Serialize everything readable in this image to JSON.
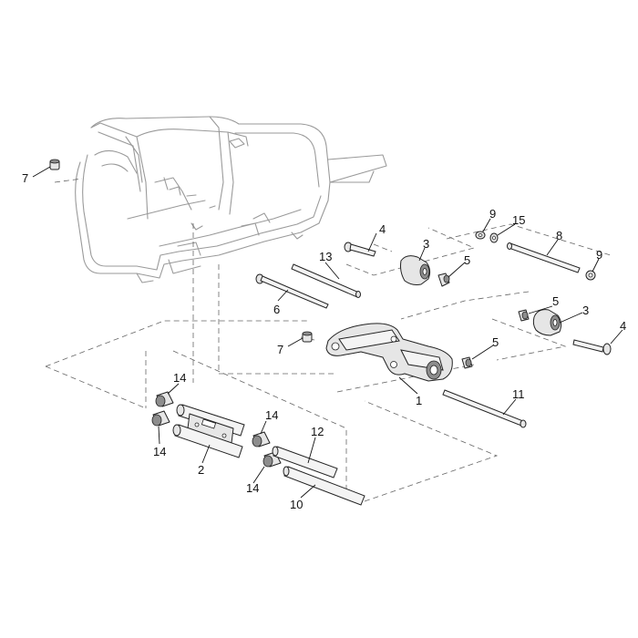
{
  "callouts": {
    "c1": "1",
    "c2": "2",
    "c3a": "3",
    "c3b": "3",
    "c4a": "4",
    "c4b": "4",
    "c5a": "5",
    "c5b": "5",
    "c5c": "5",
    "c6": "6",
    "c7a": "7",
    "c7b": "7",
    "c8": "8",
    "c9a": "9",
    "c9b": "9",
    "c10": "10",
    "c11": "11",
    "c12": "12",
    "c13": "13",
    "c14a": "14",
    "c14b": "14",
    "c14c": "14",
    "c14d": "14",
    "c15": "15"
  }
}
